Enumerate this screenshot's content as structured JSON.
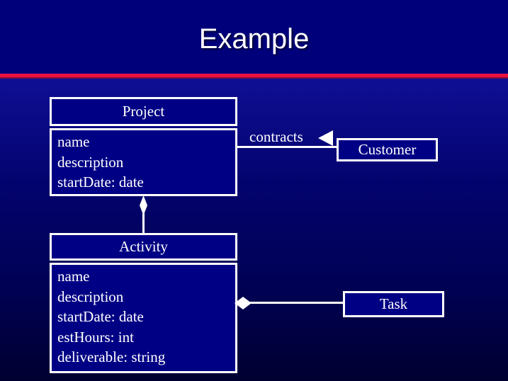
{
  "slide": {
    "title": "Example"
  },
  "diagram": {
    "project": {
      "title": "Project",
      "attributes": [
        "name",
        "description",
        "startDate: date"
      ]
    },
    "activity": {
      "title": "Activity",
      "attributes": [
        "name",
        "description",
        "startDate: date",
        "estHours: int",
        "deliverable: string"
      ]
    },
    "customer": {
      "title": "Customer"
    },
    "task": {
      "title": "Task"
    },
    "associations": {
      "contracts_label": "contracts",
      "project_customer_marker": "left-triangle-icon",
      "project_activity_marker": "composition-diamond-icon",
      "activity_task_marker": "aggregation-diamond-icon"
    }
  },
  "colors": {
    "background_top": "#00007a",
    "background_light_band": "#0f0f94",
    "background_bottom": "#000030",
    "title_divider_red": "#e81140",
    "box_fill": "#000084",
    "box_border": "#ffffff",
    "text": "#ffffff"
  }
}
